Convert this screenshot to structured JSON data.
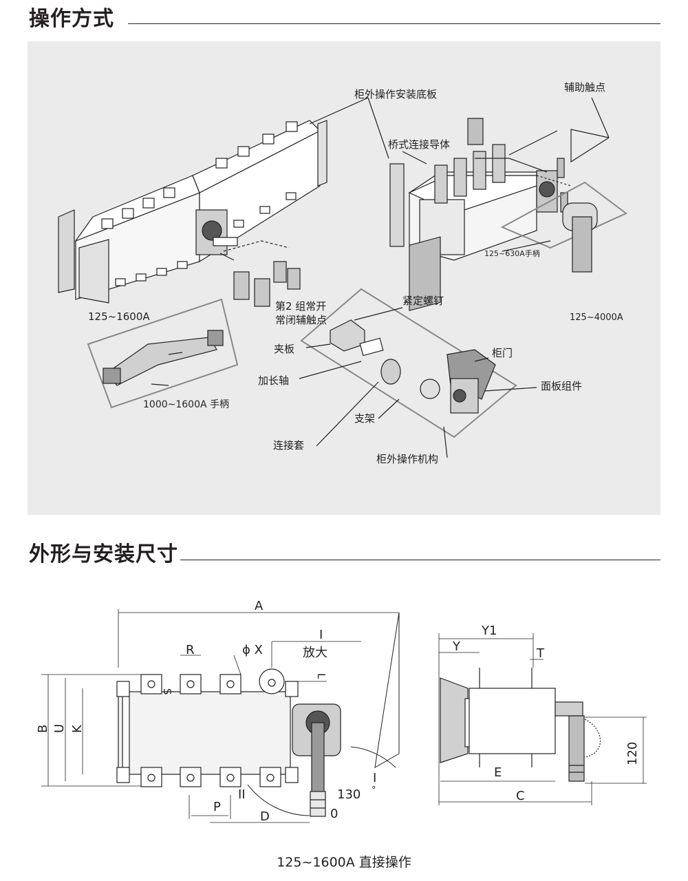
{
  "section1": {
    "title": "操作方式",
    "labels": {
      "mount_plate": "柜外操作安装底板",
      "aux_contact": "辅助触点",
      "bridge_conductor": "桥式连接导体",
      "handle_small": "125~630A手柄",
      "range_left": "125~1600A",
      "group2_line1": "第2 组常开",
      "group2_line2": "常闭辅触点",
      "fix_screw": "紧定螺钉",
      "range_right": "125~4000A",
      "clamp_plate": "夹板",
      "cabinet_door": "柜门",
      "ext_shaft": "加长轴",
      "panel_assembly": "面板组件",
      "handle_large": "1000~1600A 手柄",
      "bracket": "支架",
      "coupling": "连接套",
      "ext_mechanism": "柜外操作机构"
    }
  },
  "section2": {
    "title": "外形与安装尺寸",
    "dims": {
      "A": "A",
      "R": "R",
      "phiX": "ϕ X",
      "I_top": "I",
      "zoom": "放大",
      "S": "S",
      "L": "L",
      "B": "B",
      "U": "U",
      "K": "K",
      "P": "P",
      "II": "II",
      "D": "D",
      "I_arc": "I",
      "angle": "130",
      "deg": "°",
      "zero": "0",
      "Y1": "Y1",
      "Y": "Y",
      "T": "T",
      "E": "E",
      "C": "C",
      "h120": "120"
    },
    "caption": "125~1600A 直接操作"
  }
}
